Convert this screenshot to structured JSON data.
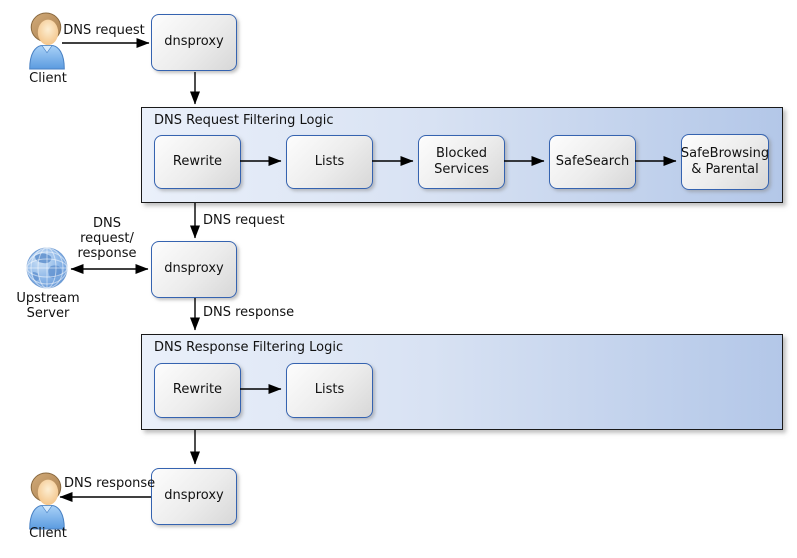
{
  "nodes": {
    "client_top": "Client",
    "client_bottom": "Client",
    "upstream_server": "Upstream\nServer",
    "proxy_top": "dnsproxy",
    "proxy_middle": "dnsproxy",
    "proxy_bottom": "dnsproxy"
  },
  "request_pipeline": {
    "title": "DNS Request Filtering Logic",
    "steps": [
      "Rewrite",
      "Lists",
      "Blocked Services",
      "SafeSearch",
      "SafeBrowsing & Parental"
    ]
  },
  "response_pipeline": {
    "title": "DNS Response Filtering Logic",
    "steps": [
      "Rewrite",
      "Lists"
    ]
  },
  "edges": {
    "client_to_proxy": "DNS request",
    "pipeline_to_proxy": "DNS request",
    "upstream_link": "DNS\nrequest/\nresponse",
    "proxy_to_response_pipeline": "DNS response",
    "proxy_to_client": "DNS response"
  },
  "colors": {
    "container_gradient_start": "#eaf0fa",
    "container_gradient_end": "#b3c7e8",
    "container_border": "#1a1a1a",
    "node_border": "#3563b0",
    "node_fill_start": "#fdfdfd",
    "node_fill_end": "#d7d7d7",
    "arrow": "#000000"
  }
}
